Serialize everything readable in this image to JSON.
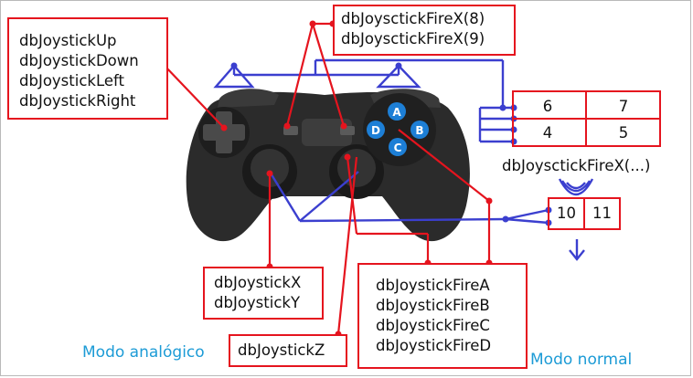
{
  "labels": {
    "directional": [
      "dbJoystickUp",
      "dbJoystickDown",
      "dbJoystickLeft",
      "dbJoystickRight"
    ],
    "fire_x_center": [
      "dbJoysctickFireX(8)",
      "dbJoysctickFireX(9)"
    ],
    "analog_xy": [
      "dbJoystickX",
      "dbJoystickY"
    ],
    "analog_z": "dbJoystickZ",
    "fire_buttons": [
      "dbJoystickFireA",
      "dbJoystickFireB",
      "dbJoystickFireC",
      "dbJoystickFireD"
    ],
    "fire_x_more": "dbJoysctickFireX(...)"
  },
  "grid_top": {
    "row1": [
      "6",
      "7"
    ],
    "row2": [
      "4",
      "5"
    ]
  },
  "grid_bottom": [
    "10",
    "11"
  ],
  "face_buttons": [
    "A",
    "B",
    "C",
    "D"
  ],
  "modes": {
    "analog": "Modo analógico",
    "normal": "Modo normal"
  },
  "colors": {
    "red": "#e5141e",
    "blue": "#3b3fcf",
    "mode_text": "#1c9bd6",
    "face_button": "#1d7fd6"
  }
}
